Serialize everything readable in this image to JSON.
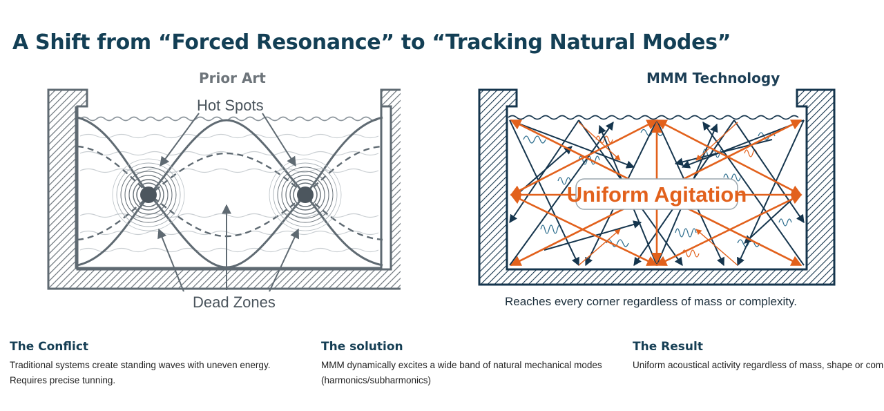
{
  "title": "A Shift from “Forced Resonance” to “Tracking Natural Modes”",
  "left_panel": {
    "heading": "Prior Art",
    "hot_spots_label": "Hot Spots",
    "dead_zones_label": "Dead Zones"
  },
  "right_panel": {
    "heading": "MMM Technology",
    "center_label": "Uniform Agitation",
    "caption": "Reaches every corner regardless of mass or complexity."
  },
  "columns": [
    {
      "heading": "The Conflict",
      "line1": "Traditional systems create standing waves with uneven energy.",
      "line2": "Requires precise tunning."
    },
    {
      "heading": "The solution",
      "line1": "MMM dynamically excites a wide band of natural mechanical modes",
      "line2": "(harmonics/subharmonics)"
    },
    {
      "heading": "The Result",
      "line1": "Uniform acoustical activity regardless of mass, shape or com",
      "line2": ""
    }
  ],
  "colors": {
    "title": "#133f55",
    "prior_art_gray": "#5f6a72",
    "mmm_navy": "#15354d",
    "accent_orange": "#e2611c",
    "wave_blue": "#2f6f8f"
  }
}
